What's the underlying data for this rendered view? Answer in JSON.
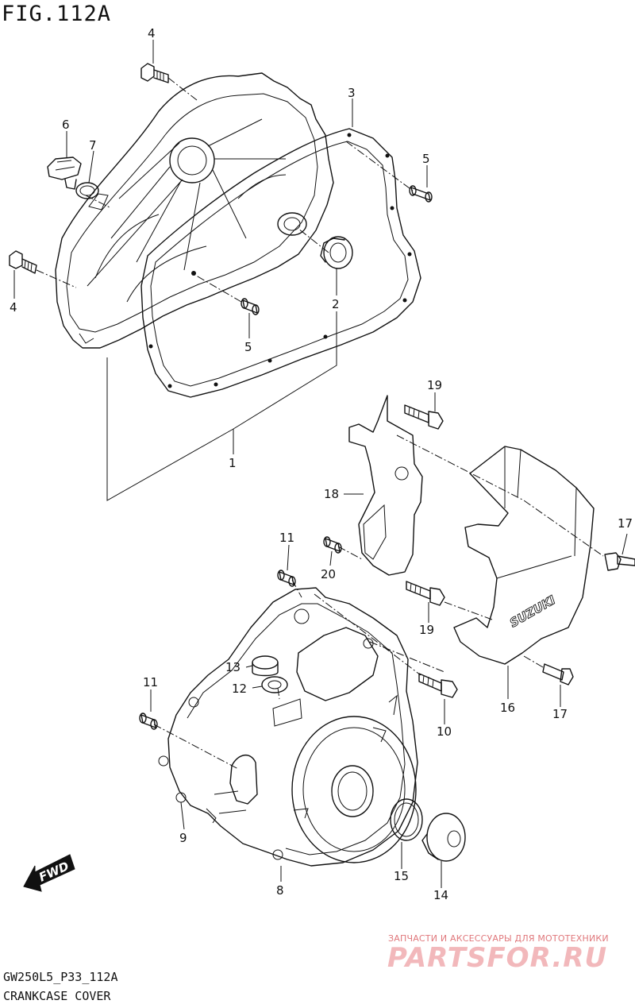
{
  "figure": {
    "title": "FIG.112A",
    "model_code": "GW250L5_P33_112A",
    "name": "CRANKCASE COVER"
  },
  "callouts": [
    "4",
    "3",
    "6",
    "7",
    "5",
    "4",
    "2",
    "5",
    "1",
    "19",
    "18",
    "17",
    "11",
    "20",
    "19",
    "13",
    "12",
    "11",
    "10",
    "16",
    "17",
    "9",
    "15",
    "14",
    "8"
  ],
  "labels": {
    "fwd": "FWD",
    "brand": "SUZUKI"
  },
  "watermark": {
    "tagline": "ЗАПЧАСТИ И АКСЕССУАРЫ ДЛЯ МОТОТЕХНИКИ",
    "logo": "PARTSFOR.RU"
  }
}
